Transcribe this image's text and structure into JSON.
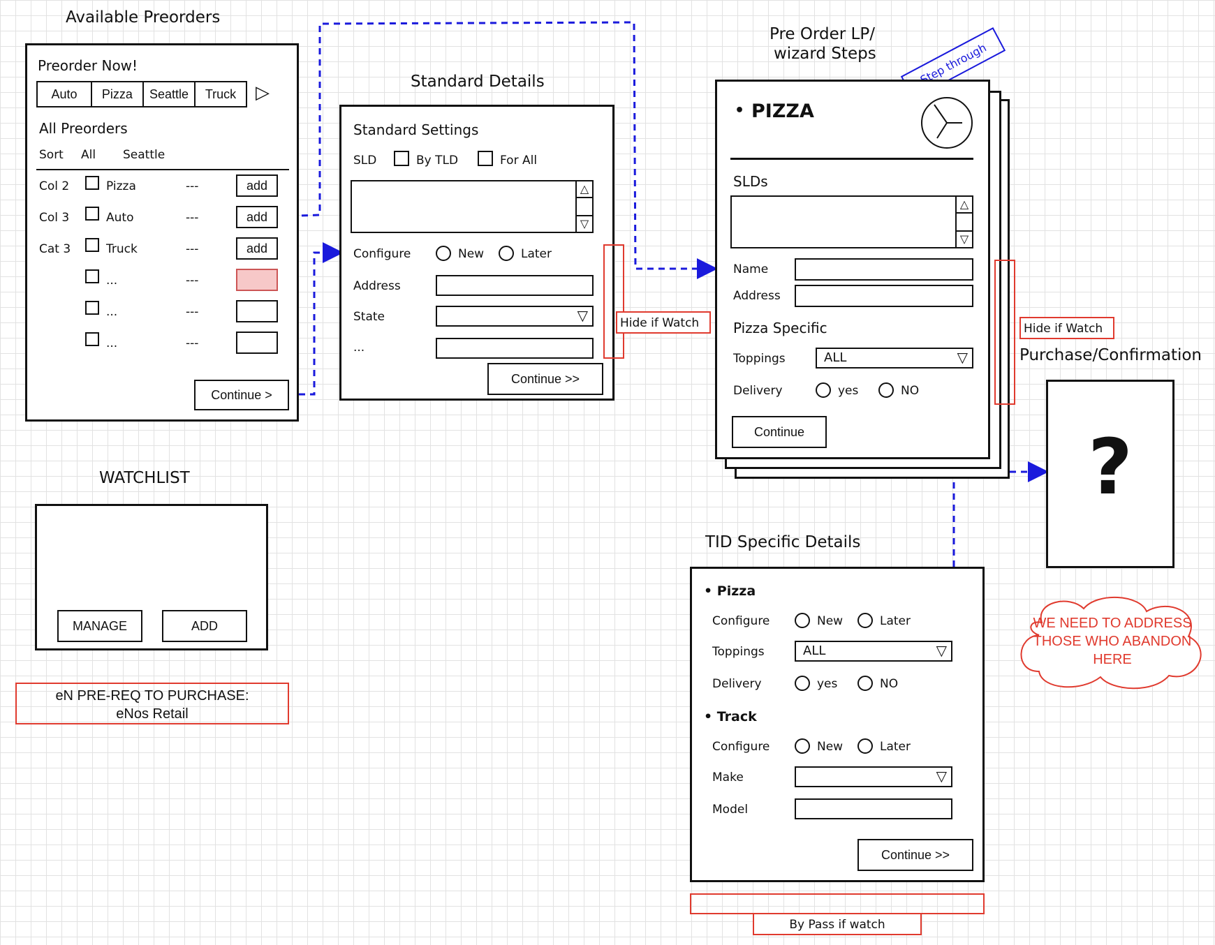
{
  "available_preorders": {
    "title": "Available Preorders",
    "preorder_now": "Preorder Now!",
    "tabs": [
      "Auto",
      "Pizza",
      "Seattle",
      "Truck"
    ],
    "all_preorders": "All Preorders",
    "sort": {
      "label": "Sort",
      "opt1": "All",
      "opt2": "Seattle"
    },
    "rows": [
      {
        "col": "Col 2",
        "name": "Pizza",
        "dash": "---",
        "action": "add"
      },
      {
        "col": "Col 3",
        "name": "Auto",
        "dash": "---",
        "action": "add"
      },
      {
        "col": "Cat 3",
        "name": "Truck",
        "dash": "---",
        "action": "add"
      },
      {
        "col": "",
        "name": "...",
        "dash": "---",
        "action": ""
      },
      {
        "col": "",
        "name": "...",
        "dash": "---",
        "action": ""
      },
      {
        "col": "",
        "name": "...",
        "dash": "---",
        "action": ""
      }
    ],
    "continue": "Continue >"
  },
  "watchlist": {
    "title": "WATCHLIST",
    "manage": "MANAGE",
    "add": "ADD"
  },
  "prereq_note": {
    "line1": "eN PRE-REQ TO PURCHASE:",
    "line2": "eNos Retail"
  },
  "standard_details": {
    "title": "Standard Details",
    "heading": "Standard Settings",
    "sld": "SLD",
    "by_tld": "By TLD",
    "for_all": "For All",
    "configure": "Configure",
    "new": "New",
    "later": "Later",
    "address": "Address",
    "state": "State",
    "more": "...",
    "continue": "Continue >>"
  },
  "hide_if_watch_1": "Hide if Watch",
  "preorder_lp": {
    "title_line1": "Pre Order LP/",
    "title_line2": "wizard Steps",
    "step_through": "Step through",
    "bullet": "•",
    "heading": "PIZZA",
    "slds": "SLDs",
    "name": "Name",
    "address": "Address",
    "pizza_specific": "Pizza Specific",
    "toppings": "Toppings",
    "toppings_value": "ALL",
    "delivery": "Delivery",
    "yes": "yes",
    "no": "NO",
    "continue": "Continue"
  },
  "hide_if_watch_2": "Hide if Watch",
  "purchase": {
    "title": "Purchase/Confirmation",
    "mark": "?"
  },
  "abandon_note": {
    "line1": "WE NEED TO ADDRESS",
    "line2": "THOSE WHO ABANDON",
    "line3": "HERE"
  },
  "tid_details": {
    "title": "TID Specific Details",
    "pizza": "Pizza",
    "configure": "Configure",
    "new": "New",
    "later": "Later",
    "toppings": "Toppings",
    "toppings_value": "ALL",
    "delivery": "Delivery",
    "yes": "yes",
    "no": "NO",
    "track": "Track",
    "configure2": "Configure",
    "new2": "New",
    "later2": "Later",
    "make": "Make",
    "model": "Model",
    "continue": "Continue >>"
  },
  "bypass_note": "By Pass if watch",
  "colors": {
    "connector": "#1a1adc",
    "note": "#e03a2e",
    "highlight": "#f7c8c8"
  }
}
